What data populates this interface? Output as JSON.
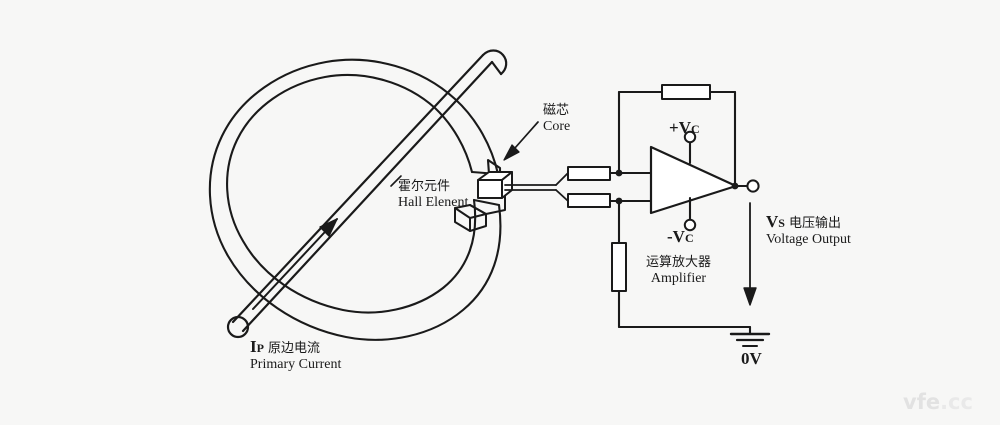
{
  "figure": {
    "title": "Hall effect open-loop current sensor schematic",
    "background_color": "#f7f7f6",
    "line_color": "#1a1a1a",
    "type": "diagram"
  },
  "labels": {
    "core": {
      "cn": "磁芯",
      "en": "Core"
    },
    "hall_element": {
      "cn": "霍尔元件",
      "en": "Hall Elenent"
    },
    "primary_current": {
      "symbol": "I",
      "subscript": "P",
      "cn": "原边电流",
      "en": "Primary Current"
    },
    "supply_positive": {
      "sign": "+",
      "symbol": "V",
      "subscript": "C"
    },
    "supply_negative": {
      "sign": "-",
      "symbol": "V",
      "subscript": "C"
    },
    "amplifier": {
      "cn": "运算放大器",
      "en": "Amplifier"
    },
    "voltage_output": {
      "symbol": "V",
      "subscript": "S",
      "cn": "电压输出",
      "en": "Voltage Output"
    },
    "ground": {
      "text": "0V"
    }
  },
  "watermark": {
    "name": "vfe",
    "suffix": ".cc"
  },
  "components": [
    {
      "name": "magnetic-core-ring",
      "kind": "toroid-with-gap"
    },
    {
      "name": "primary-conductor",
      "kind": "bar-with-current-arrow"
    },
    {
      "name": "hall-element-block",
      "kind": "cuboid"
    },
    {
      "name": "feedback-resistor",
      "kind": "resistor",
      "orientation": "horizontal"
    },
    {
      "name": "input-resistor-top",
      "kind": "resistor",
      "orientation": "horizontal"
    },
    {
      "name": "input-resistor-bottom",
      "kind": "resistor",
      "orientation": "horizontal"
    },
    {
      "name": "gain-resistor",
      "kind": "resistor",
      "orientation": "vertical"
    },
    {
      "name": "operational-amplifier",
      "kind": "triangle"
    },
    {
      "name": "supply-positive-terminal",
      "kind": "terminal"
    },
    {
      "name": "supply-negative-terminal",
      "kind": "terminal"
    },
    {
      "name": "output-terminal",
      "kind": "terminal"
    },
    {
      "name": "ground-symbol",
      "kind": "earth"
    },
    {
      "name": "output-direction-arrow",
      "kind": "arrow"
    },
    {
      "name": "core-callout-arrow",
      "kind": "arrow"
    }
  ]
}
